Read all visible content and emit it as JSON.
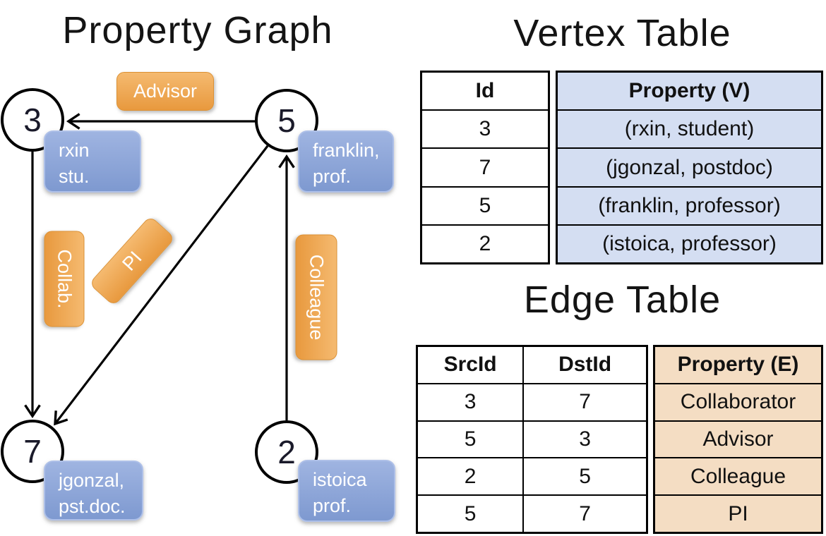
{
  "graph": {
    "title": "Property Graph",
    "nodes": [
      {
        "id": "3",
        "prop_line1": "rxin",
        "prop_line2": "stu."
      },
      {
        "id": "5",
        "prop_line1": "franklin,",
        "prop_line2": "prof."
      },
      {
        "id": "7",
        "prop_line1": "jgonzal,",
        "prop_line2": "pst.doc."
      },
      {
        "id": "2",
        "prop_line1": "istoica",
        "prop_line2": "prof."
      }
    ],
    "edge_labels": [
      {
        "text": "Advisor"
      },
      {
        "text": "Collab."
      },
      {
        "text": "PI"
      },
      {
        "text": "Colleague"
      }
    ]
  },
  "vertex_table": {
    "title": "Vertex Table",
    "headers": {
      "id": "Id",
      "property": "Property (V)"
    },
    "rows": [
      {
        "id": "3",
        "property": "(rxin, student)"
      },
      {
        "id": "7",
        "property": "(jgonzal, postdoc)"
      },
      {
        "id": "5",
        "property": "(franklin, professor)"
      },
      {
        "id": "2",
        "property": "(istoica, professor)"
      }
    ]
  },
  "edge_table": {
    "title": "Edge Table",
    "headers": {
      "src": "SrcId",
      "dst": "DstId",
      "property": "Property (E)"
    },
    "rows": [
      {
        "src": "3",
        "dst": "7",
        "property": "Collaborator"
      },
      {
        "src": "5",
        "dst": "3",
        "property": "Advisor"
      },
      {
        "src": "2",
        "dst": "5",
        "property": "Colleague"
      },
      {
        "src": "5",
        "dst": "7",
        "property": "PI"
      }
    ]
  },
  "colors": {
    "edge_label_orange": "#EFA94F",
    "vertex_box_blue": "#8AA3D6",
    "vertex_table_fill": "#D4DEF2",
    "edge_table_fill": "#F4DDC3",
    "line_black": "#000000"
  }
}
